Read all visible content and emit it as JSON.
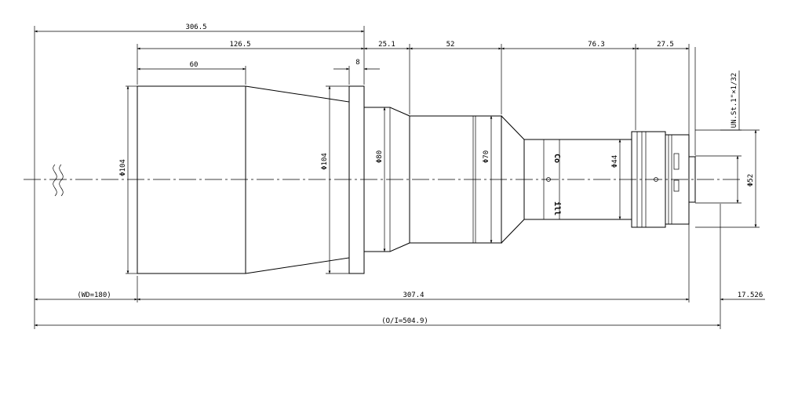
{
  "dimensions": {
    "overall_length": "306.5",
    "front_to_flange": "126.5",
    "hood_length": "60",
    "flange_thickness": "8",
    "seg_1": "25.1",
    "seg_2": "52",
    "seg_3": "76.3",
    "seg_4": "27.5",
    "dia_hood": "Φ104",
    "dia_flange": "Φ104",
    "dia_neck": "Φ80",
    "dia_body": "Φ70",
    "dia_barrel": "Φ44",
    "dia_mount": "Φ52",
    "thread": "UN.St.1\"×1/32",
    "working_distance": "(WD=180)",
    "lens_length": "307.4",
    "back_offset": "17.526",
    "object_to_image": "(O/I=504.9)"
  },
  "engraving": {
    "mark_top": "Co",
    "mark_bottom": "ill"
  },
  "colors": {
    "line": "#000000",
    "background": "#ffffff"
  }
}
